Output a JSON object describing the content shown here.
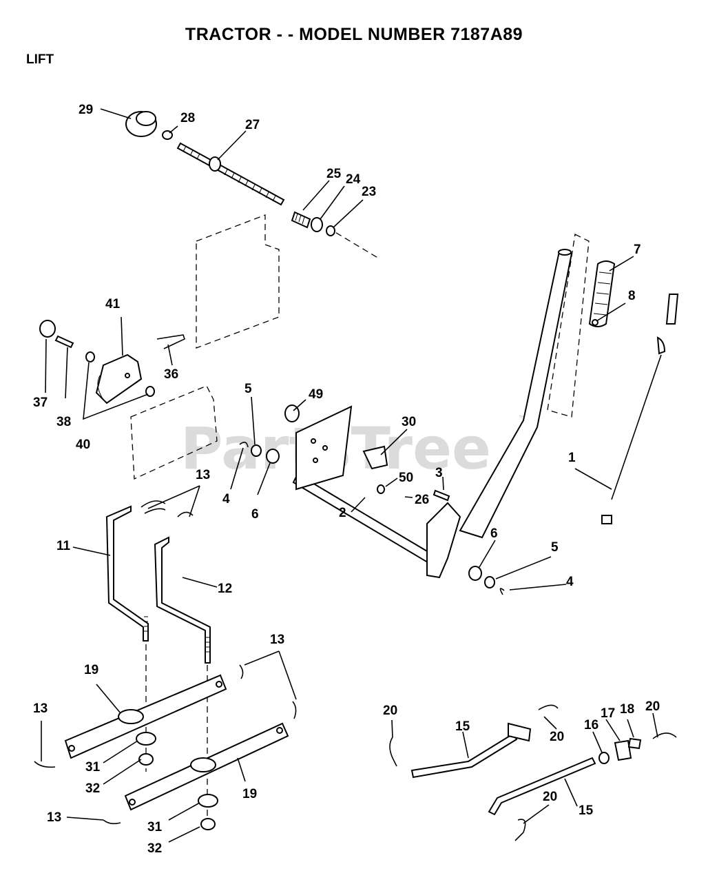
{
  "header": {
    "title": "TRACTOR - - MODEL NUMBER 7187A89",
    "section": "LIFT"
  },
  "watermark": "PartsTree",
  "trademark": "™",
  "callouts": [
    "1",
    "2",
    "3",
    "4",
    "4",
    "5",
    "5",
    "6",
    "6",
    "7",
    "8",
    "11",
    "12",
    "13",
    "13",
    "13",
    "13",
    "15",
    "15",
    "16",
    "17",
    "18",
    "19",
    "19",
    "20",
    "20",
    "20",
    "20",
    "23",
    "24",
    "25",
    "26",
    "27",
    "28",
    "29",
    "30",
    "31",
    "31",
    "32",
    "32",
    "36",
    "37",
    "38",
    "40",
    "41",
    "49",
    "50"
  ]
}
